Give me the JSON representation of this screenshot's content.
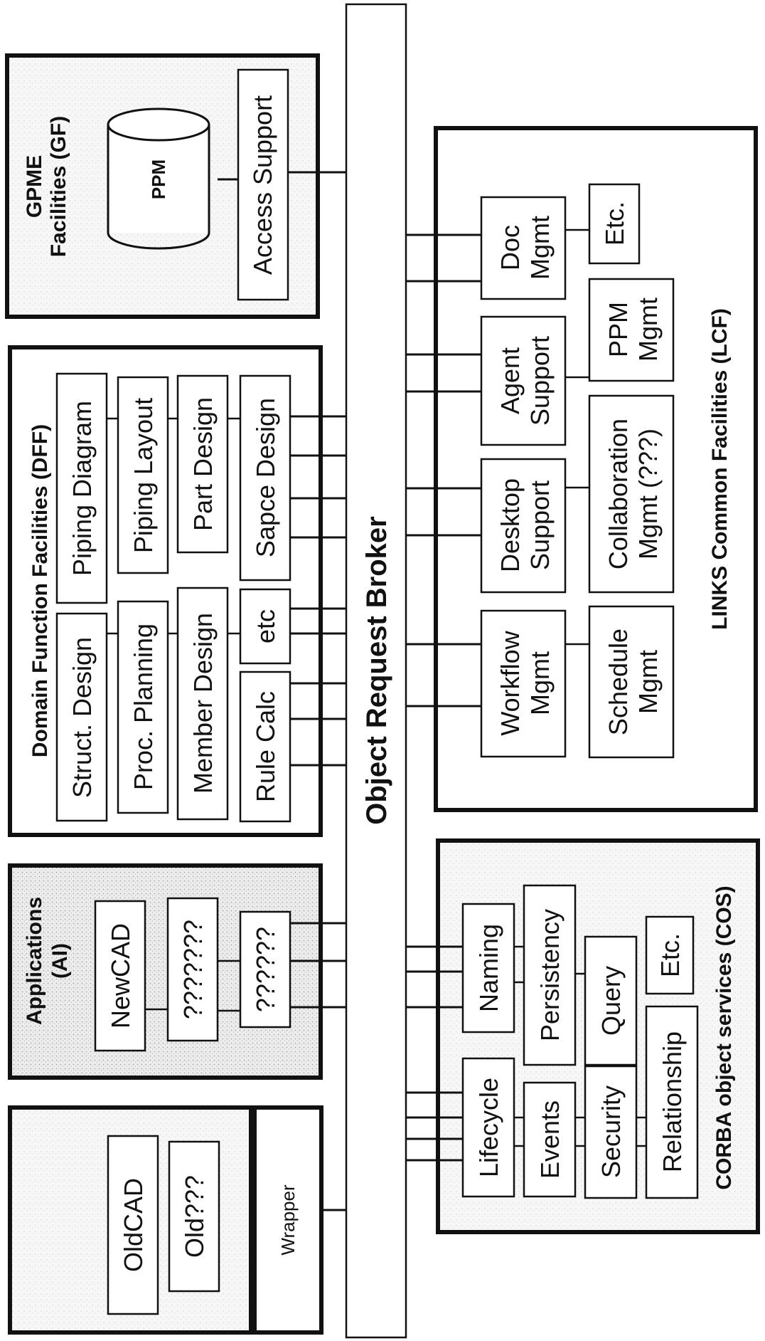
{
  "orb": {
    "label": "Object Request Broker"
  },
  "gpme": {
    "title_line1": "GPME",
    "title_line2": "Facilities (GF)",
    "ppm": "PPM",
    "access_support": "Access Support"
  },
  "dff": {
    "title": "Domain Function Facilities (DFF)",
    "boxes": {
      "struct_design": "Struct. Design",
      "piping_diagram": "Piping Diagram",
      "proc_planning": "Proc. Planning",
      "piping_layout": "Piping Layout",
      "member_design": "Member Design",
      "part_design": "Part Design",
      "rule_calc": "Rule Calc",
      "etc": "etc",
      "sapce_design": "Sapce Design"
    }
  },
  "ai": {
    "title_line1": "Applications",
    "title_line2": "(AI)",
    "boxes": {
      "newcad": "NewCAD",
      "q7": "???????",
      "q6": "??????"
    }
  },
  "legacy": {
    "boxes": {
      "oldcad": "OldCAD",
      "old": "Old???"
    },
    "wrapper": "Wrapper"
  },
  "lcf": {
    "title": "LINKS Common Facilities (LCF)",
    "boxes": {
      "doc_mgmt_1": "Doc",
      "doc_mgmt_2": "Mgmt",
      "etc": "Etc.",
      "agent_support_1": "Agent",
      "agent_support_2": "Support",
      "ppm_mgmt_1": "PPM",
      "ppm_mgmt_2": "Mgmt",
      "desktop_support_1": "Desktop",
      "desktop_support_2": "Support",
      "collab_1": "Collaboration",
      "collab_2": "Mgmt (???)",
      "workflow_1": "Workflow",
      "workflow_2": "Mgmt",
      "schedule_1": "Schedule",
      "schedule_2": "Mgmt"
    }
  },
  "cos": {
    "title": "CORBA object services (COS)",
    "boxes": {
      "naming": "Naming",
      "persistency": "Persistency",
      "query": "Query",
      "etc": "Etc.",
      "lifecycle": "Lifecycle",
      "events": "Events",
      "security": "Security",
      "relationship": "Relationship"
    }
  },
  "colors": {
    "stroke": "#111111",
    "shaded": "#e4e4e4",
    "light_shaded": "#f3f3f3"
  }
}
